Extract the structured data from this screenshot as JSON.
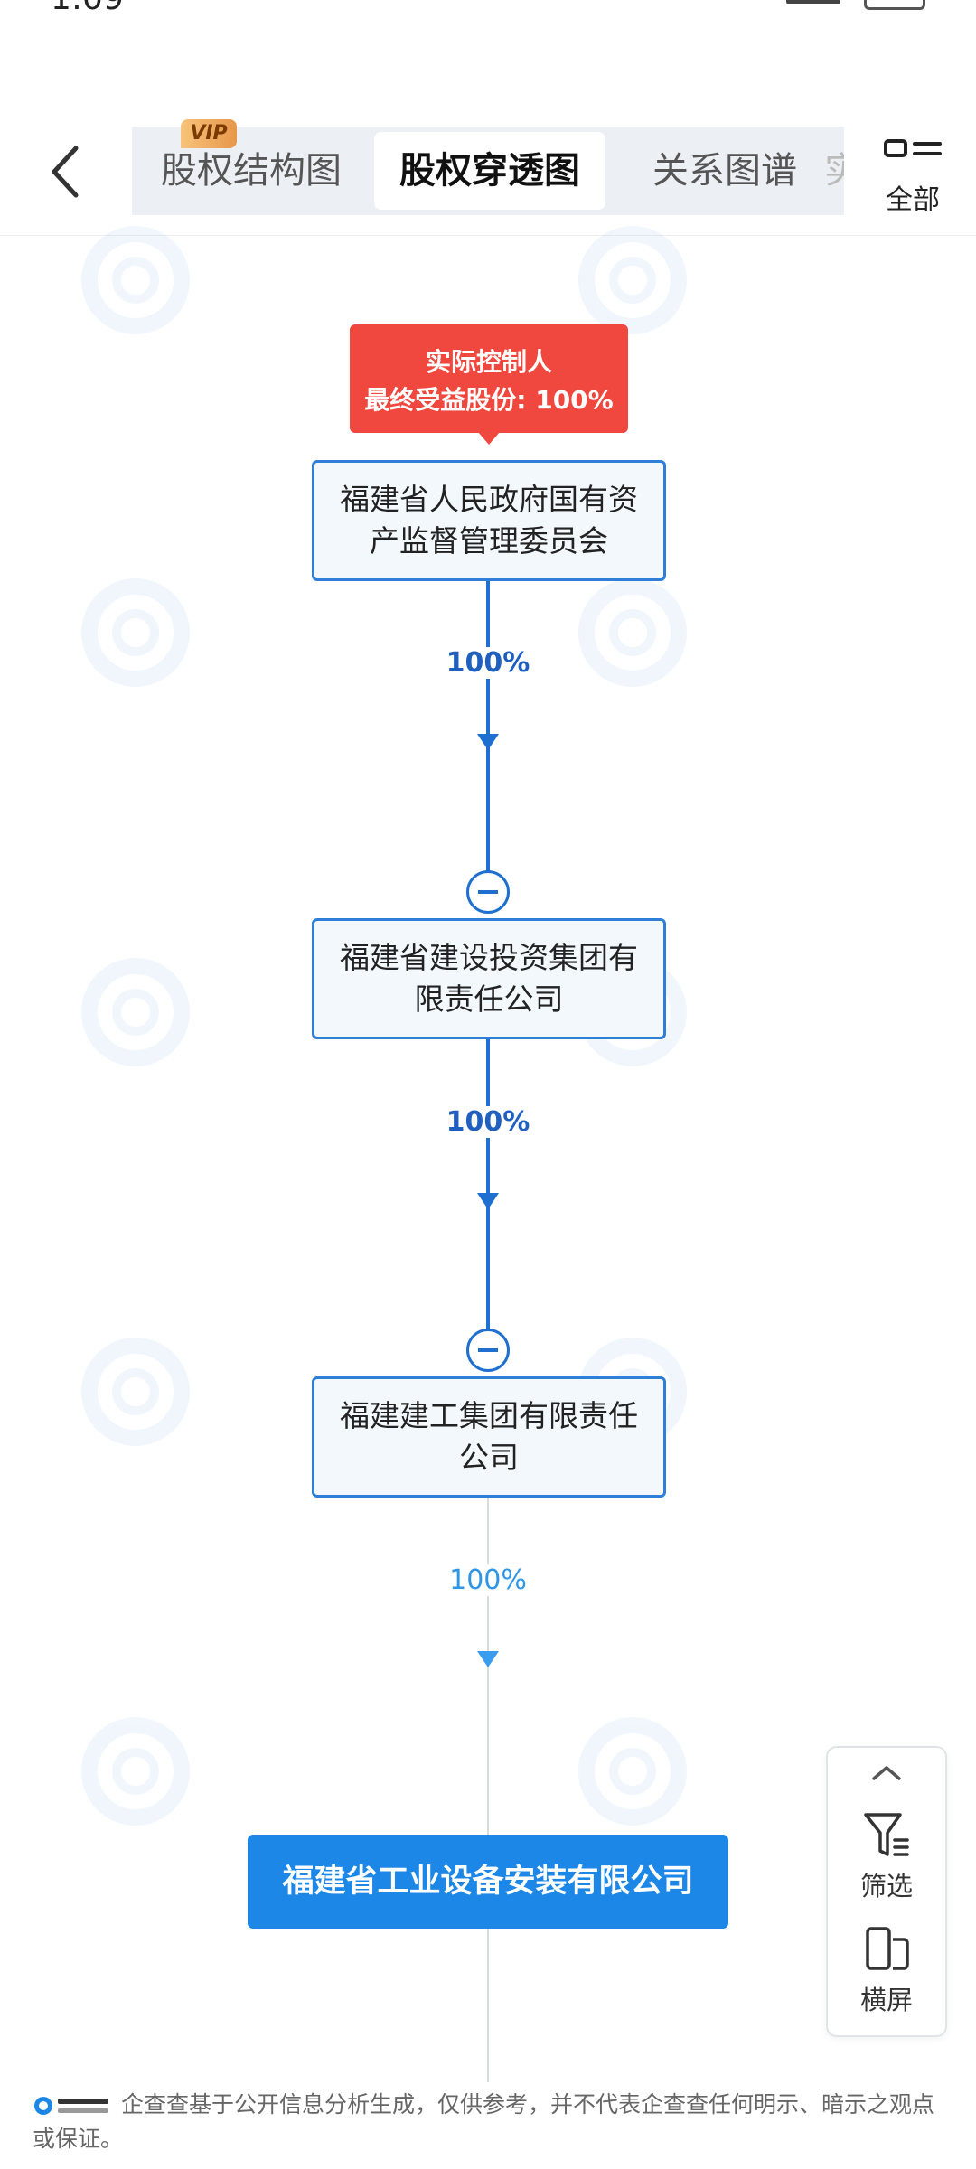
{
  "status_bar": {
    "time": "1:09"
  },
  "header": {
    "tabs": [
      {
        "label": "股权结构图",
        "badge": "VIP"
      },
      {
        "label": "股权穿透图",
        "active": true
      },
      {
        "label": "关系图谱"
      },
      {
        "label": "实"
      }
    ],
    "all_label": "全部"
  },
  "diagram": {
    "controller_badge": {
      "line1": "实际控制人",
      "line2": "最终受益股份: 100%"
    },
    "nodes": [
      {
        "name": "福建省人民政府国有资产监督管理委员会"
      },
      {
        "name": "福建省建设投资集团有限责任公司"
      },
      {
        "name": "福建建工集团有限责任公司"
      }
    ],
    "edges": [
      {
        "percent": "100%"
      },
      {
        "percent": "100%"
      },
      {
        "percent": "100%"
      }
    ],
    "target_company": "福建省工业设备安装有限公司"
  },
  "side_panel": {
    "filter_label": "筛选",
    "landscape_label": "横屏"
  },
  "footer": {
    "disclaimer": "企查查基于公开信息分析生成，仅供参考，并不代表企查查任何明示、暗示之观点或保证。"
  },
  "colors": {
    "accent": "#1d87e8",
    "controller": "#f0483e",
    "edge": "#1f6fd1"
  }
}
